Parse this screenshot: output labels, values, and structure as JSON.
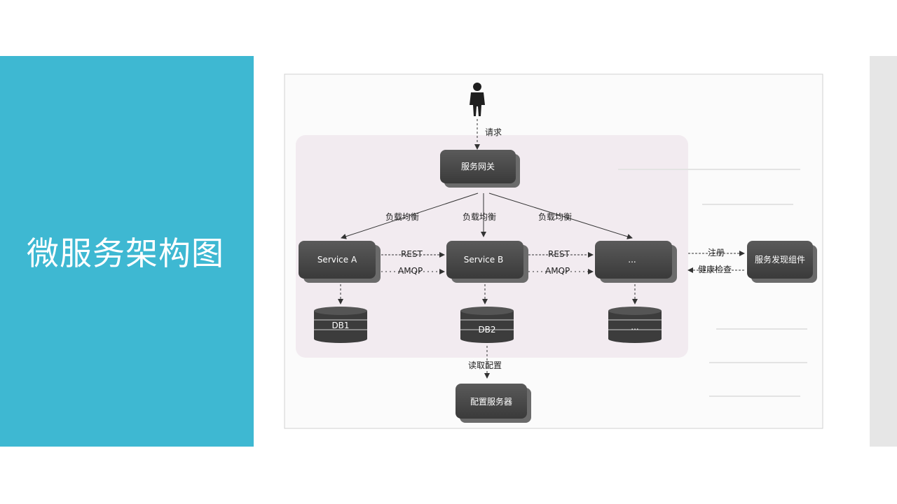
{
  "slide": {
    "title": "微服务架构图"
  },
  "diagram": {
    "user_request_label": "请求",
    "gateway_label": "服务网关",
    "load_balance_labels": [
      "负载均衡",
      "负载均衡",
      "负载均衡"
    ],
    "services": [
      "Service A",
      "Service B",
      "..."
    ],
    "rest_labels": [
      "REST",
      "REST"
    ],
    "amqp_labels": [
      "AMQP",
      "AMQP"
    ],
    "databases": [
      "DB1",
      "DB2",
      "..."
    ],
    "register_label": "注册",
    "health_check_label": "健康检查",
    "discovery_label": "服务发现组件",
    "read_config_label": "读取配置",
    "config_server_label": "配置服务器"
  }
}
